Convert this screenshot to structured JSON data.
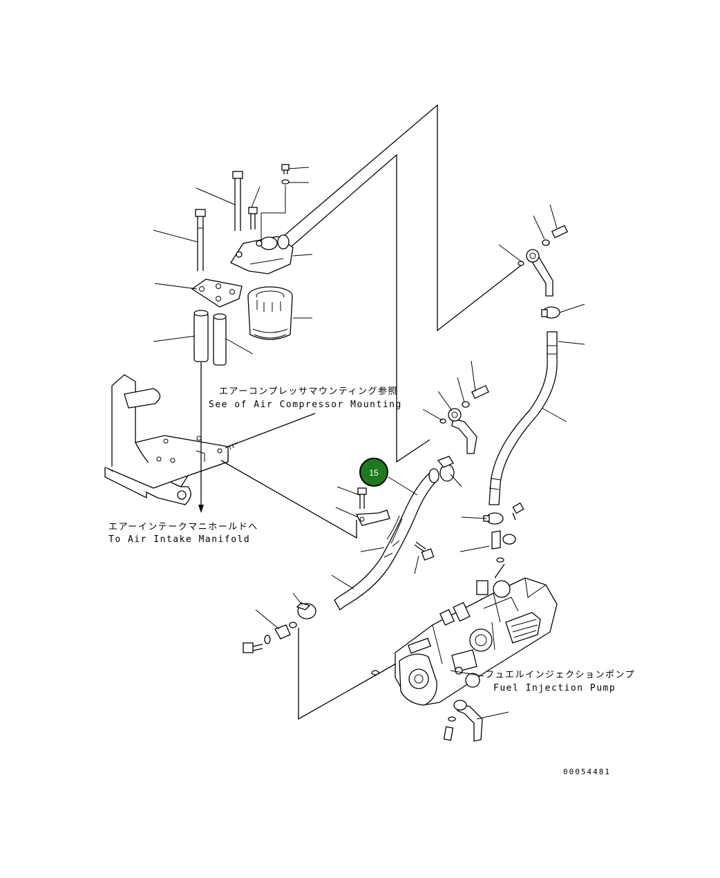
{
  "labels": {
    "air_compressor_jp": "エアーコンプレッサマウンティング参照",
    "air_compressor_en": "See of Air Compressor Mounting",
    "air_intake_jp": "エアーインテークマニホールドへ",
    "air_intake_en": "To Air Intake Manifold",
    "fuel_pump_jp": "フュエルインジェクションポンプ",
    "fuel_pump_en": "Fuel Injection Pump",
    "drawing_number": "00054481"
  },
  "callout": {
    "number": "15",
    "color": "#1e7a1e",
    "outline": "#000000"
  }
}
